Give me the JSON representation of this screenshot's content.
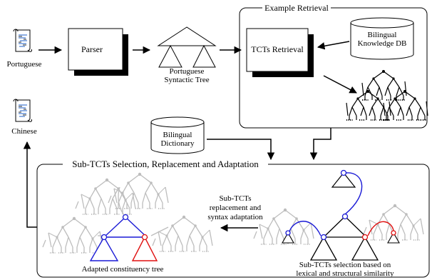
{
  "inputs": {
    "portuguese_doc_label": "Portuguese",
    "chinese_doc_label": "Chinese"
  },
  "pipeline": {
    "parser_label": "Parser",
    "tree_label_line1": "Portuguese",
    "tree_label_line2": "Syntactic Tree"
  },
  "example_retrieval": {
    "title": "Example Retrieval",
    "tcts_retrieval_label": "TCTs Retrieval",
    "knowledge_db_line1": "Bilingual",
    "knowledge_db_line2": "Knowledge DB"
  },
  "dictionary": {
    "line1": "Bilingual",
    "line2": "Dictionary"
  },
  "adaptation": {
    "title": "Sub-TCTs Selection, Replacement and Adaptation",
    "arrow_label_line1": "Sub-TCTs",
    "arrow_label_line2": "replacement and",
    "arrow_label_line3": "syntax adaptation",
    "adapted_tree_label": "Adapted constituency tree",
    "selection_label_line1": "Sub-TCTs selection based on",
    "selection_label_line2": "lexical and structural similarity"
  },
  "colors": {
    "blue": "#1a1ad6",
    "red": "#e01010",
    "gray": "#bdbdbd",
    "black": "#000000"
  }
}
